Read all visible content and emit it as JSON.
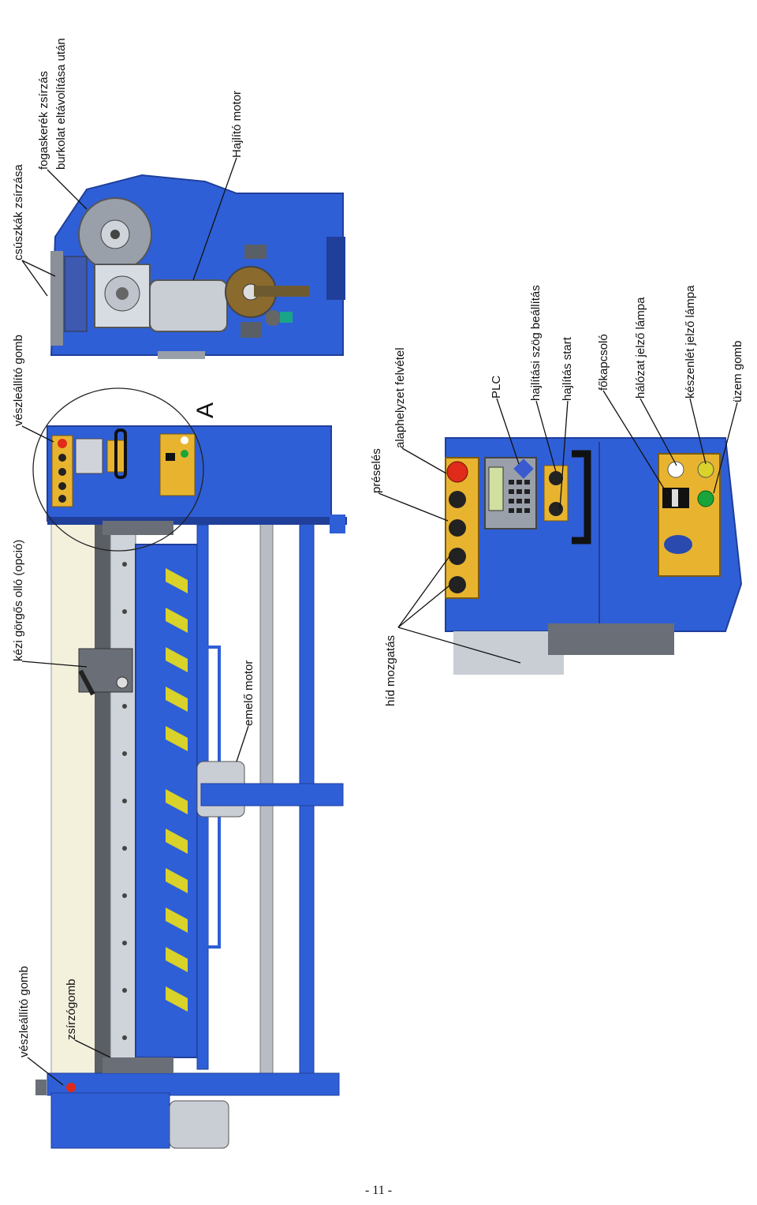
{
  "labels": {
    "csuszkak_zsirzasa": "csúszkák zsírzása",
    "fogaskerek_zsirzas_1": "fogaskerék zsírzás",
    "fogaskerek_zsirzas_2": "burkolat eltávolítása után",
    "hajlito_motor": "Hajlító motor",
    "veszleallito_gomb_top": "vészleállító gomb",
    "kezi_gorgos_ollo": "kézi görgős olló (opció)",
    "veszleallito_gomb_bottom": "vészleállító gomb",
    "zsirzogomb": "zsírzógomb",
    "emelo_motor": "emelő motor",
    "detail_marker": "A",
    "preseles": "préselés",
    "alaphelyzet_felvetel": "alaphelyzet felvétel",
    "plc": "PLC",
    "hajlitasi_szog_beallitas": "hajlítási szög beállítás",
    "hajlitas_start": "hajlítás start",
    "fokapcsolo": "főkapcsoló",
    "halozat_jelzo_lampa": "hálózat jelző lámpa",
    "keszenlet_jelzo_lampa": "készenlét jelző lámpa",
    "uzem_gomb": "üzem gomb",
    "hid_mozgatas": "híd mozgatás"
  },
  "page_number": "- 11 -",
  "colors": {
    "machine_blue": "#2f5fd6",
    "machine_blue_dark": "#1f3f9a",
    "panel_yellow": "#e8b430",
    "hazard_yellow": "#d8d22a",
    "emergency_red": "#e02a1a",
    "lamp_green": "#1aa53a",
    "steel_grey": "#b8bcc4"
  }
}
